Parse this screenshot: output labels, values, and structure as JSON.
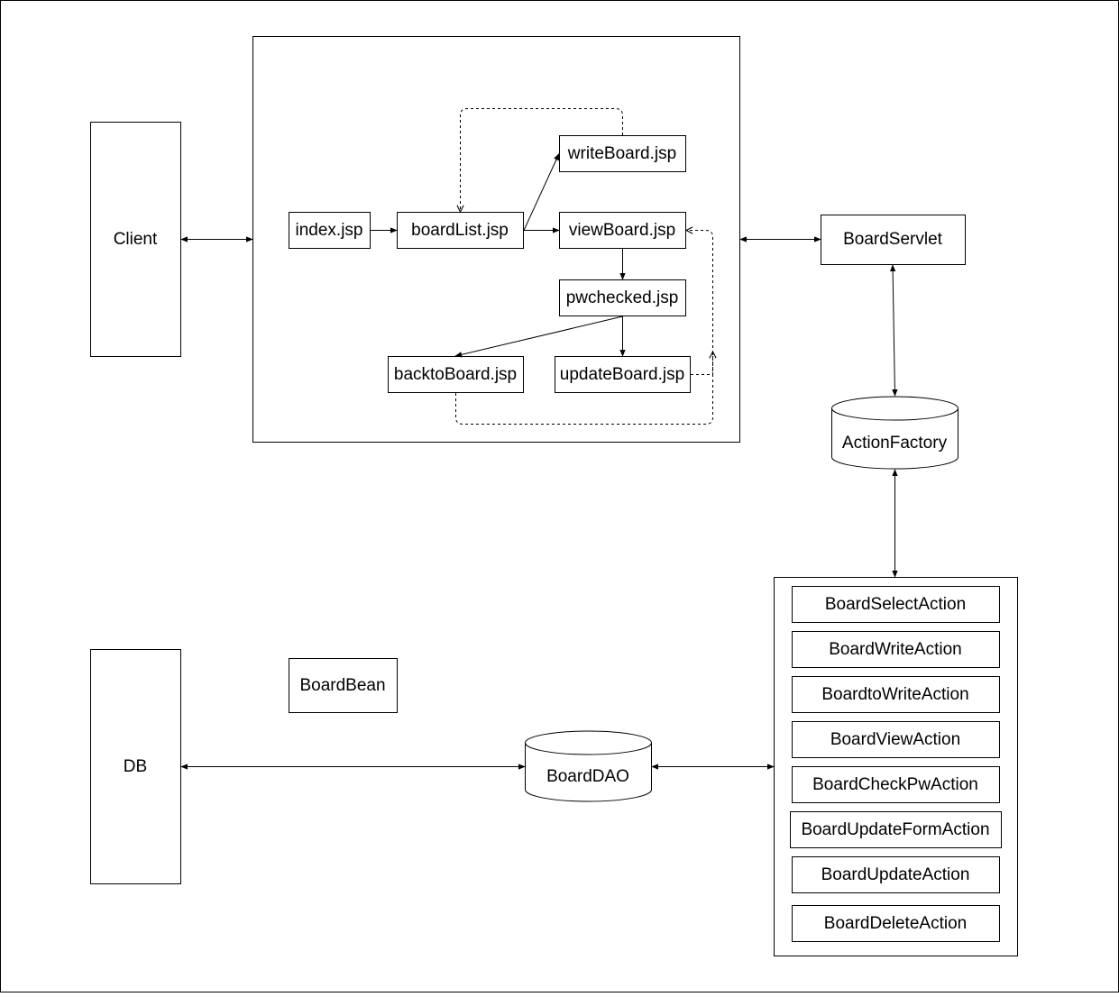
{
  "nodes": {
    "client": "Client",
    "db": "DB",
    "index": "index.jsp",
    "board_list": "boardList.jsp",
    "write_board": "writeBoard.jsp",
    "view_board": "viewBoard.jsp",
    "pwchecked": "pwchecked.jsp",
    "backto_board": "backtoBoard.jsp",
    "update_board": "updateBoard.jsp",
    "board_servlet": "BoardServlet",
    "action_factory": "ActionFactory",
    "board_bean": "BoardBean",
    "board_dao": "BoardDAO"
  },
  "actions": [
    "BoardSelectAction",
    "BoardWriteAction",
    "BoardtoWriteAction",
    "BoardViewAction",
    "BoardCheckPwAction",
    "BoardUpdateFormAction",
    "BoardUpdateAction",
    "BoardDeleteAction"
  ],
  "colors": {
    "stroke": "#000000",
    "background": "#ffffff"
  }
}
